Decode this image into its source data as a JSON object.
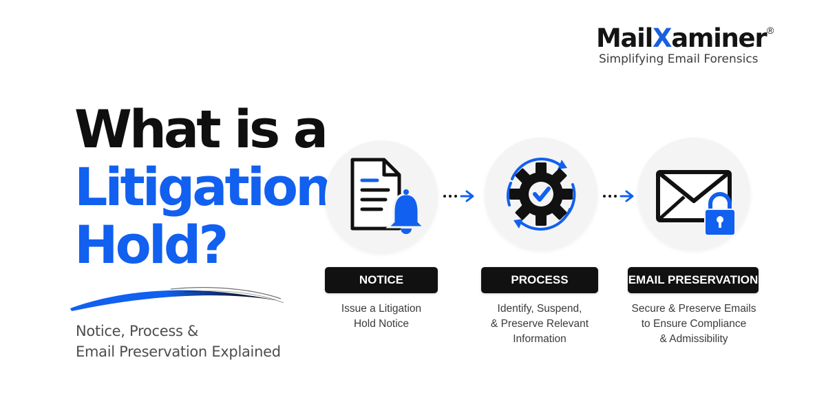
{
  "logo": {
    "brand_prefix": "Mail",
    "brand_x": "X",
    "brand_suffix": "aminer",
    "registered": "®",
    "tagline": "Simplifying Email Forensics"
  },
  "headline": {
    "line1": "What is a",
    "line2": "Litigation",
    "line3": "Hold?"
  },
  "subtitle": {
    "line1": "Notice, Process &",
    "line2": "Email Preservation Explained"
  },
  "steps": [
    {
      "icon": "document-bell-icon",
      "label": "NOTICE",
      "desc": [
        "Issue a Litigation",
        "Hold Notice"
      ]
    },
    {
      "icon": "gear-check-icon",
      "label": "PROCESS",
      "desc": [
        "Identify, Suspend,",
        "& Preserve Relevant",
        "Information"
      ]
    },
    {
      "icon": "envelope-lock-icon",
      "label": "EMAIL PRESERVATION",
      "desc": [
        "Secure & Preserve Emails",
        "to Ensure Compliance",
        "& Admissibility"
      ]
    }
  ],
  "colors": {
    "accent": "#1160ef",
    "dark": "#111111",
    "circle_bg": "#f4f4f4"
  }
}
